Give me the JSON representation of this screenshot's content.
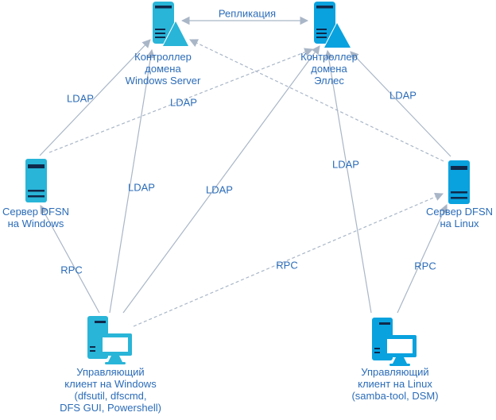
{
  "colors": {
    "icon_teal": "#29b5d8",
    "icon_blue": "#09a2df",
    "icon_dark": "#10294a",
    "line_color": "#a9b6c7",
    "text_blue": "#2b6cb8"
  },
  "nodes": {
    "dc_windows": {
      "type": "domain-controller",
      "label_lines": [
        "Контроллер",
        "домена",
        "Windows Server"
      ]
    },
    "dc_elles": {
      "type": "domain-controller",
      "label_lines": [
        "Контроллер",
        "домена",
        "Эллес"
      ]
    },
    "dfsn_windows": {
      "type": "server",
      "label_lines": [
        "Сервер DFSN",
        "на Windows"
      ]
    },
    "dfsn_linux": {
      "type": "server",
      "label_lines": [
        "Сервер DFSN",
        "на Linux"
      ]
    },
    "client_windows": {
      "type": "client-workstation",
      "label_lines": [
        "Управляющий",
        "клиент на Windows",
        "(dfsutil, dfscmd,",
        "DFS GUI, Powershell)"
      ]
    },
    "client_linux": {
      "type": "client-workstation",
      "label_lines": [
        "Управляющий",
        "клиент на Linux",
        "(samba-tool, DSM)"
      ]
    }
  },
  "edges": {
    "replication": {
      "label": "Репликация",
      "from": "dc_windows",
      "to": "dc_elles",
      "style": "solid",
      "arrows": "both"
    },
    "ldap_dfsn_windows_dc_windows": {
      "label": "LDAP",
      "from": "dfsn_windows",
      "to": "dc_windows",
      "style": "solid"
    },
    "ldap_dfsn_windows_dc_elles": {
      "label": "LDAP",
      "from": "dfsn_windows",
      "to": "dc_elles",
      "style": "dashed"
    },
    "ldap_dfsn_linux_dc_elles": {
      "label": "LDAP",
      "from": "dfsn_linux",
      "to": "dc_elles",
      "style": "solid"
    },
    "ldap_dfsn_linux_dc_windows": {
      "label": "",
      "from": "dfsn_linux",
      "to": "dc_windows",
      "style": "dashed"
    },
    "ldap_client_windows_dc_windows": {
      "label": "LDAP",
      "from": "client_windows",
      "to": "dc_windows",
      "style": "solid"
    },
    "ldap_client_windows_dc_elles": {
      "label": "LDAP",
      "from": "client_windows",
      "to": "dc_elles",
      "style": "solid"
    },
    "ldap_client_linux_dc_elles": {
      "label": "LDAP",
      "from": "client_linux",
      "to": "dc_elles",
      "style": "solid"
    },
    "rpc_client_windows_dfsn_windows": {
      "label": "RPC",
      "from": "client_windows",
      "to": "dfsn_windows",
      "style": "solid"
    },
    "rpc_client_windows_dfsn_linux": {
      "label": "RPC",
      "from": "client_windows",
      "to": "dfsn_linux",
      "style": "dashed"
    },
    "rpc_client_linux_dfsn_linux": {
      "label": "RPC",
      "from": "client_linux",
      "to": "dfsn_linux",
      "style": "solid"
    }
  }
}
